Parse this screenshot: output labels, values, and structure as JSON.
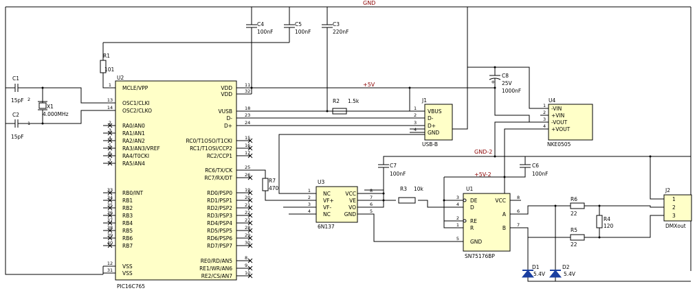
{
  "nets": {
    "gnd": "GND",
    "p5v": "+5V",
    "gnd2": "GND-2",
    "p5v2": "+5V-2"
  },
  "components": {
    "r1": {
      "ref": "R1",
      "value": "101"
    },
    "c1": {
      "ref": "C1",
      "value": "15pF"
    },
    "c2": {
      "ref": "C2",
      "value": "15pF"
    },
    "x1": {
      "ref": "X1",
      "value": "4.000MHz",
      "pin1": "1",
      "pin2": "2"
    },
    "c4": {
      "ref": "C4",
      "value": "100nF"
    },
    "c5": {
      "ref": "C5",
      "value": "100nF"
    },
    "c3": {
      "ref": "C3",
      "value": "220nF"
    },
    "c8": {
      "ref": "C8",
      "value": "1000nF",
      "rating": "25V"
    },
    "r2": {
      "ref": "R2",
      "value": "1.5k"
    },
    "r7": {
      "ref": "R7",
      "value": "470"
    },
    "c7": {
      "ref": "C7",
      "value": "100nF"
    },
    "c6": {
      "ref": "C6",
      "value": "100nF"
    },
    "r3": {
      "ref": "R3",
      "value": "10k"
    },
    "r4": {
      "ref": "R4",
      "value": "120"
    },
    "r5": {
      "ref": "R5",
      "value": "22"
    },
    "r6": {
      "ref": "R6",
      "value": "22"
    },
    "d1": {
      "ref": "D1",
      "value": "5.4V"
    },
    "d2": {
      "ref": "D2",
      "value": "5.4V"
    }
  },
  "u2": {
    "ref": "U2",
    "part": "PIC16C765",
    "left_pins": [
      {
        "num": "1",
        "name": "MCLE/VPP",
        "nc": false
      },
      {
        "num": "13",
        "name": "OSC1/CLKI",
        "nc": false
      },
      {
        "num": "14",
        "name": "OSC2/CLKO",
        "nc": false
      },
      {
        "num": "2",
        "name": "RA0/AN0",
        "nc": true
      },
      {
        "num": "3",
        "name": "RA1/AN1",
        "nc": true
      },
      {
        "num": "4",
        "name": "RA2/AN2",
        "nc": true
      },
      {
        "num": "5",
        "name": "RA3/AN3/VREF",
        "nc": true
      },
      {
        "num": "6",
        "name": "RA4/T0CKI",
        "nc": true
      },
      {
        "num": "7",
        "name": "RA5/AN4",
        "nc": true
      },
      {
        "num": "33",
        "name": "RB0/INT",
        "nc": true
      },
      {
        "num": "34",
        "name": "RB1",
        "nc": true
      },
      {
        "num": "35",
        "name": "RB2",
        "nc": true
      },
      {
        "num": "36",
        "name": "RB3",
        "nc": true
      },
      {
        "num": "37",
        "name": "RB4",
        "nc": true
      },
      {
        "num": "38",
        "name": "RB5",
        "nc": true
      },
      {
        "num": "39",
        "name": "RB6",
        "nc": true
      },
      {
        "num": "40",
        "name": "RB7",
        "nc": true
      },
      {
        "num": "12",
        "name": "VSS",
        "nc": false
      },
      {
        "num": "31",
        "name": "VSS",
        "nc": false
      }
    ],
    "right_pins": [
      {
        "num": "11",
        "name": "VDD",
        "nc": false
      },
      {
        "num": "32",
        "name": "VDD",
        "nc": false
      },
      {
        "num": "18",
        "name": "VUSB",
        "nc": false
      },
      {
        "num": "23",
        "name": "D-",
        "nc": false
      },
      {
        "num": "24",
        "name": "D+",
        "nc": false
      },
      {
        "num": "15",
        "name": "RC0/T1OSO/T1CKI",
        "nc": true
      },
      {
        "num": "16",
        "name": "RC1/T1OSI/CCP2",
        "nc": true
      },
      {
        "num": "17",
        "name": "RC2/CCP1",
        "nc": true
      },
      {
        "num": "25",
        "name": "RC6/TX/CK",
        "nc": false
      },
      {
        "num": "26",
        "name": "RC7/RX/DT",
        "nc": true
      },
      {
        "num": "19",
        "name": "RD0/PSP0",
        "nc": true
      },
      {
        "num": "20",
        "name": "RD1/PSP1",
        "nc": true
      },
      {
        "num": "21",
        "name": "RD2/PSP2",
        "nc": true
      },
      {
        "num": "22",
        "name": "RD3/PSP3",
        "nc": true
      },
      {
        "num": "27",
        "name": "RD4/PSP4",
        "nc": true
      },
      {
        "num": "28",
        "name": "RD5/PSP5",
        "nc": true
      },
      {
        "num": "29",
        "name": "RD6/PSP6",
        "nc": true
      },
      {
        "num": "30",
        "name": "RD7/PSP7",
        "nc": true
      },
      {
        "num": "8",
        "name": "RE0/RD/AN5",
        "nc": true
      },
      {
        "num": "9",
        "name": "RE1/WR/AN6",
        "nc": true
      },
      {
        "num": "10",
        "name": "RE2/CS/AN7",
        "nc": true
      }
    ]
  },
  "j1": {
    "ref": "J1",
    "part": "USB-B",
    "pins": [
      {
        "num": "1",
        "name": "VBUS"
      },
      {
        "num": "2",
        "name": "D-"
      },
      {
        "num": "3",
        "name": "D+"
      },
      {
        "num": "4",
        "name": "GND"
      }
    ]
  },
  "u4": {
    "ref": "U4",
    "part": "NKE0505",
    "pins": [
      {
        "num": "1",
        "name": "-VIN"
      },
      {
        "num": "2",
        "name": "+VIN"
      },
      {
        "num": "3",
        "name": "-VOUT"
      },
      {
        "num": "4",
        "name": "+VOUT"
      }
    ]
  },
  "u3": {
    "ref": "U3",
    "part": "6N137",
    "left_pins": [
      {
        "num": "1",
        "name": "NC"
      },
      {
        "num": "2",
        "name": "VF+"
      },
      {
        "num": "3",
        "name": "VF-"
      },
      {
        "num": "4",
        "name": "NC"
      }
    ],
    "right_pins": [
      {
        "num": "8",
        "name": "VCC"
      },
      {
        "num": "7",
        "name": "VE"
      },
      {
        "num": "6",
        "name": "VO"
      },
      {
        "num": "5",
        "name": "GND"
      }
    ]
  },
  "u1": {
    "ref": "U1",
    "part": "SN75176BP",
    "left_pins": [
      {
        "num": "3",
        "name": "DE"
      },
      {
        "num": "4",
        "name": "D"
      },
      {
        "num": "2",
        "name": "RE"
      },
      {
        "num": "1",
        "name": "R"
      },
      {
        "num": "5",
        "name": "GND"
      }
    ],
    "right_pins": [
      {
        "num": "8",
        "name": "VCC"
      },
      {
        "num": "6",
        "name": "A"
      },
      {
        "num": "7",
        "name": "B"
      }
    ]
  },
  "j2": {
    "ref": "J2",
    "part": "DMXout",
    "pins": [
      {
        "num": "1"
      },
      {
        "num": "2"
      },
      {
        "num": "3"
      }
    ]
  }
}
